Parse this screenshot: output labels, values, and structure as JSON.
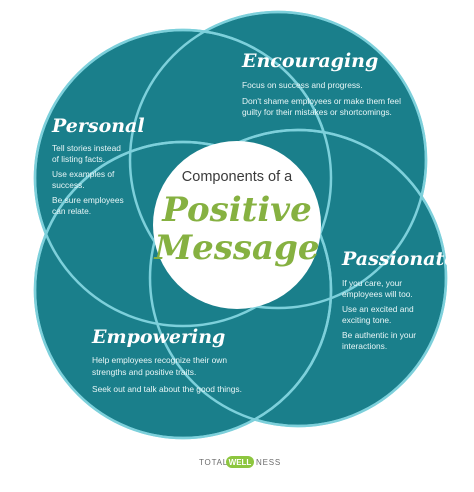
{
  "colors": {
    "circle_fill": "#1a7f8b",
    "circle_stroke": "#7dd0db",
    "center_fill": "#ffffff",
    "accent_green": "#86b141",
    "logo_green": "#8dc63f",
    "text_light": "#e8f6f7"
  },
  "center": {
    "subtitle": "Components of a",
    "title_line1": "Positive",
    "title_line2": "Message"
  },
  "encouraging": {
    "title": "Encouraging",
    "lines": [
      "Focus on success and progress.",
      "Don't shame employees or make them feel",
      "guilty for their mistakes or shortcomings."
    ]
  },
  "personal": {
    "title": "Personal",
    "lines": [
      "Tell stories instead",
      "of listing facts.",
      "Use examples of",
      "success.",
      "Be sure employees",
      "can relate."
    ]
  },
  "passionate": {
    "title": "Passionate",
    "lines": [
      "If you care, your",
      "employees will too.",
      "Use an excited and",
      "exciting tone.",
      "Be authentic in your",
      "interactions."
    ]
  },
  "empowering": {
    "title": "Empowering",
    "lines": [
      "Help employees recognize their own",
      "strengths and positive traits.",
      "Seek out and talk about the good things."
    ]
  },
  "logo": {
    "part1": "TOTAL",
    "part2": "WELL",
    "part3": "NESS"
  }
}
